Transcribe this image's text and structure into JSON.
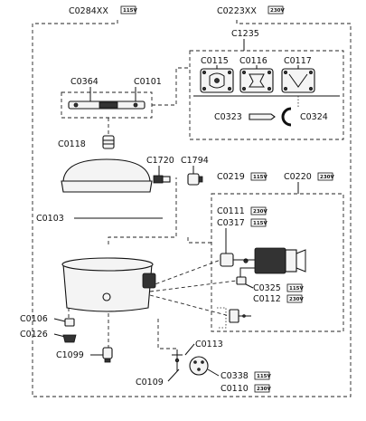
{
  "labels": {
    "c0284": "C0284XX",
    "c0223": "C0223XX",
    "c1235": "C1235",
    "c0115": "C0115",
    "c0116": "C0116",
    "c0117": "C0117",
    "c0323": "C0323",
    "c0324": "C0324",
    "c0364": "C0364",
    "c0101": "C0101",
    "c0118": "C0118",
    "c1720": "C1720",
    "c1794": "C1794",
    "c0219": "C0219",
    "c0220": "C0220",
    "c0103": "C0103",
    "c0111": "C0111",
    "c0317": "C0317",
    "c0106": "C0106",
    "c0126": "C0126",
    "c1099": "C1099",
    "c0325": "C0325",
    "c0112": "C0112",
    "c0113": "C0113",
    "c0109": "C0109",
    "c0338": "C0338",
    "c0110": "C0110"
  },
  "voltage_tags": {
    "c0284": "115V",
    "c0223": "230V",
    "c0219": "115V",
    "c0220": "230V",
    "c0111": "230V",
    "c0317": "115V",
    "c0325": "115V",
    "c0112": "230V",
    "c0338": "115V",
    "c0110": "230V"
  }
}
